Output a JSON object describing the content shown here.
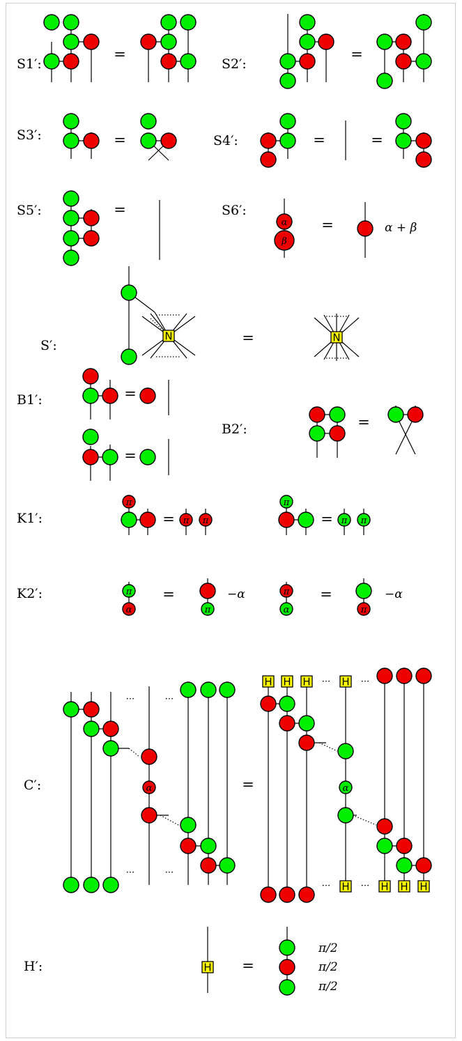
{
  "colors": {
    "green": "#00ee00",
    "red": "#ee0000",
    "yellow": "#ffff00",
    "wire": "#000000"
  },
  "node_shape": "circle",
  "box_shape": "square",
  "symbols": {
    "equals": "=",
    "dots": "···"
  },
  "rules": {
    "s1": "S1′:",
    "s2": "S2′:",
    "s3": "S3′:",
    "s4": "S4′:",
    "s5": "S5′:",
    "s6": "S6′:",
    "s": "S′:",
    "b1": "B1′:",
    "b2": "B2′:",
    "k1": "K1′:",
    "k2": "K2′:",
    "c": "C′:",
    "h": "H′:"
  },
  "phases": {
    "alpha": "α",
    "beta": "β",
    "pi": "π",
    "alpha_plus_beta": "α + β",
    "minus_alpha": "−α",
    "pi_over_2": "π/2"
  },
  "boxes": {
    "n": "N",
    "h": "H"
  }
}
